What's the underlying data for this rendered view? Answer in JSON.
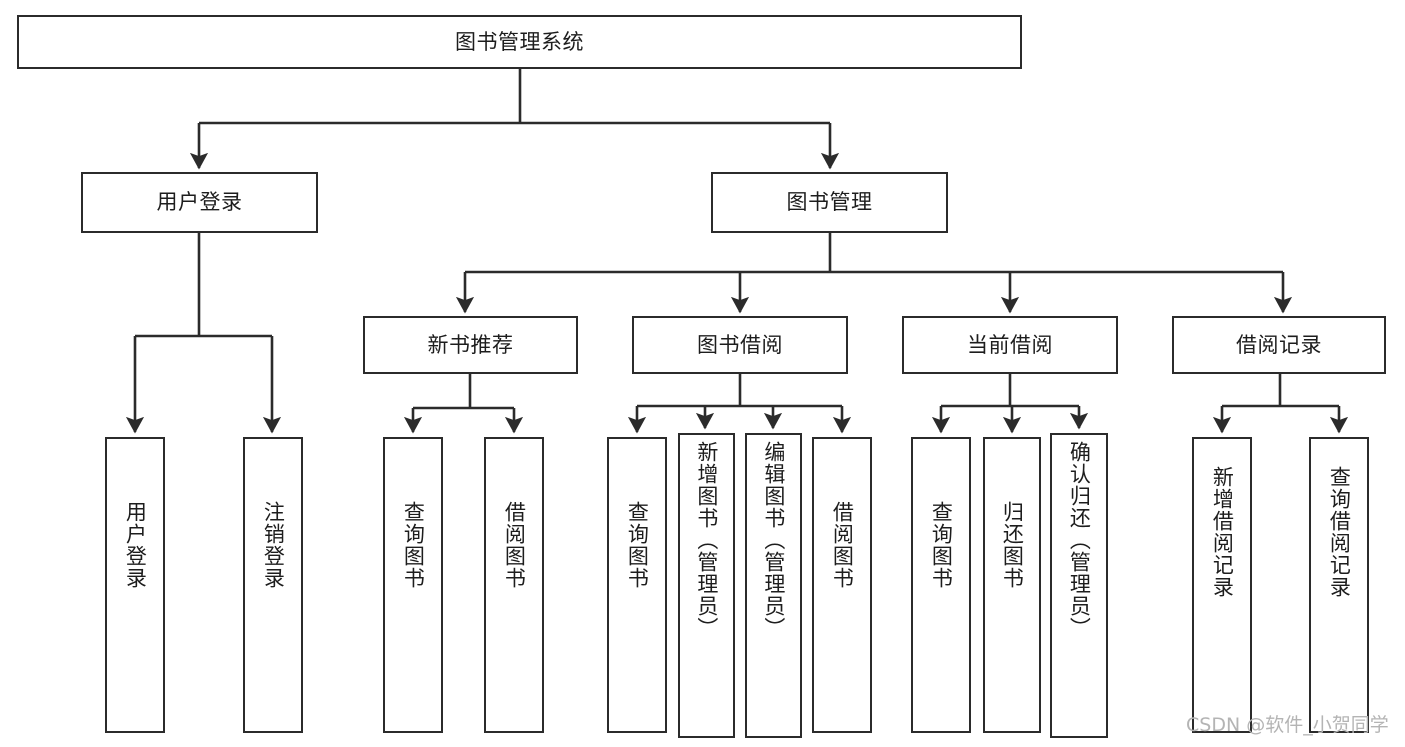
{
  "diagram": {
    "title": "图书管理系统",
    "type": "hierarchy-tree",
    "orientation": "top-down",
    "colors": {
      "box_border": "#2b2b2b",
      "box_fill": "#ffffff",
      "edge": "#2b2b2b",
      "text": "#1d1d1d",
      "watermark": "#b4b4b4",
      "background": "#ffffff"
    },
    "root": {
      "id": "root",
      "label": "图书管理系统"
    },
    "level2": [
      {
        "id": "user-login",
        "label": "用户登录"
      },
      {
        "id": "book-manage",
        "label": "图书管理"
      }
    ],
    "level3": [
      {
        "id": "new-book-recommend",
        "label": "新书推荐",
        "parent": "book-manage"
      },
      {
        "id": "book-borrow",
        "label": "图书借阅",
        "parent": "book-manage"
      },
      {
        "id": "current-borrow",
        "label": "当前借阅",
        "parent": "book-manage"
      },
      {
        "id": "borrow-record",
        "label": "借阅记录",
        "parent": "book-manage"
      }
    ],
    "leaves": {
      "user_login": [
        {
          "id": "leaf-user-login",
          "label": "用户登录"
        },
        {
          "id": "leaf-logout-login",
          "label": "注销登录"
        }
      ],
      "new_book_recommend": [
        {
          "id": "leaf-query-book-1",
          "label": "查询图书"
        },
        {
          "id": "leaf-borrow-book-1",
          "label": "借阅图书"
        }
      ],
      "book_borrow": [
        {
          "id": "leaf-query-book-2",
          "label": "查询图书"
        },
        {
          "id": "leaf-add-book-admin",
          "label": "新增图书（管理员）"
        },
        {
          "id": "leaf-edit-book-admin",
          "label": "编辑图书（管理员）"
        },
        {
          "id": "leaf-borrow-book-2",
          "label": "借阅图书"
        }
      ],
      "current_borrow": [
        {
          "id": "leaf-query-book-3",
          "label": "查询图书"
        },
        {
          "id": "leaf-return-book",
          "label": "归还图书"
        },
        {
          "id": "leaf-confirm-return-admin",
          "label": "确认归还（管理员）"
        }
      ],
      "borrow_record": [
        {
          "id": "leaf-add-borrow-record",
          "label": "新增借阅记录"
        },
        {
          "id": "leaf-query-borrow-record",
          "label": "查询借阅记录"
        }
      ]
    },
    "watermark": "CSDN @软件_小贺同学"
  }
}
